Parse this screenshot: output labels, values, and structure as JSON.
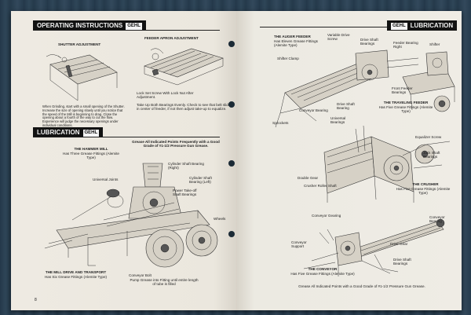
{
  "left": {
    "header_title": "OPERATING INSTRUCTIONS",
    "header_badge": "GEHL",
    "shutter_title": "SHUTTER ADJUSTMENT",
    "shutter_text": "When Grinding, start with a small opening of the Shutter. Increase the size of opening slowly until you notice that the speed of the Mill is beginning to drag. Close the opening about a fourth of the way to cut the flow. Experience will judge the necessary openings under individual conditions.",
    "feeder_title": "FEEDER APRON ADJUSTMENT",
    "lock_text": "Lock Set Screw With Lock Nut After Adjustment.",
    "takeup_text": "Take Up Both Bearings Evenly. Check to see that belt slides in center of feeder, if not then adjust take-up to equalize.",
    "lube_title": "LUBRICATION",
    "lube_badge": "GEHL",
    "grease_note": "Grease All Indicated Points Frequently with a Good Grade of #1-1/2 Pressure Gun Grease.",
    "hammer_title": "THE HAMMER MILL",
    "hammer_sub": "Has Three Grease Fittings (Alemite Type)",
    "cyl_right": "Cylinder Shaft Bearing (Right)",
    "cyl_left": "Cylinder Shaft Bearing (Left)",
    "universal_joints": "Universal Joints",
    "pto_shaft": "Power Take-off Shaft Bearings",
    "wheels": "Wheels",
    "conveyor_bolt": "Conveyor Bolt",
    "pump_text": "Pump Grease into Fitting until entire length of tube is filled",
    "drive_title": "THE MILL DRIVE AND TRANSPORT",
    "drive_sub": "Has Six Grease Fittings (Alemite Type)",
    "page_number": "8"
  },
  "right": {
    "header_title": "LUBRICATION",
    "header_badge": "GEHL",
    "auger_title": "THE AUGER FEEDER",
    "auger_sub": "Has Eleven Grease Fittings (Alemite Type)",
    "variable_drive": "Variable Drive Screw",
    "drive_shaft_bearings": "Drive Shaft Bearings",
    "feeder_bearing_right": "Feeder Bearing Right",
    "shifter": "Shifter",
    "shifter_clamp": "Shifter Clamp",
    "conveyor_bearing": "Conveyor Bearing",
    "drive_shaft_bearing": "Drive Shaft Bearing",
    "front_feeder": "Front Feeder Bearings",
    "universal_bearings": "Universal Bearings",
    "sprockets": "Sprockets",
    "traveling_title": "THE TRAVELING FEEDER",
    "traveling_sub": "Has Five Grease Fittings (Alemite Type)",
    "equalizer_screw": "Equalizer Screw",
    "jack_shaft": "Jack Shaft Bearings",
    "double_gear": "Double Gear",
    "crusher_roller": "Crusher Roller Shaft",
    "crusher_title": "THE CRUSHER",
    "crusher_sub": "Has Five Grease Fittings (Alemite Type)",
    "conveyor_gearing": "Conveyor Gearing",
    "conveyor_bearing2": "Conveyor Bearing",
    "conveyor_support": "Conveyor Support",
    "drive_gear": "Drive Gear",
    "drive_shaft_bearings2": "Drive Shaft Bearings",
    "conveyor_title": "THE CONVEYOR",
    "conveyor_sub": "Has Five Grease Fittings (Alemite Type)",
    "footer": "Grease All Indicated Points with a Good Grade of #1-1/2 Pressure Gun Grease."
  }
}
